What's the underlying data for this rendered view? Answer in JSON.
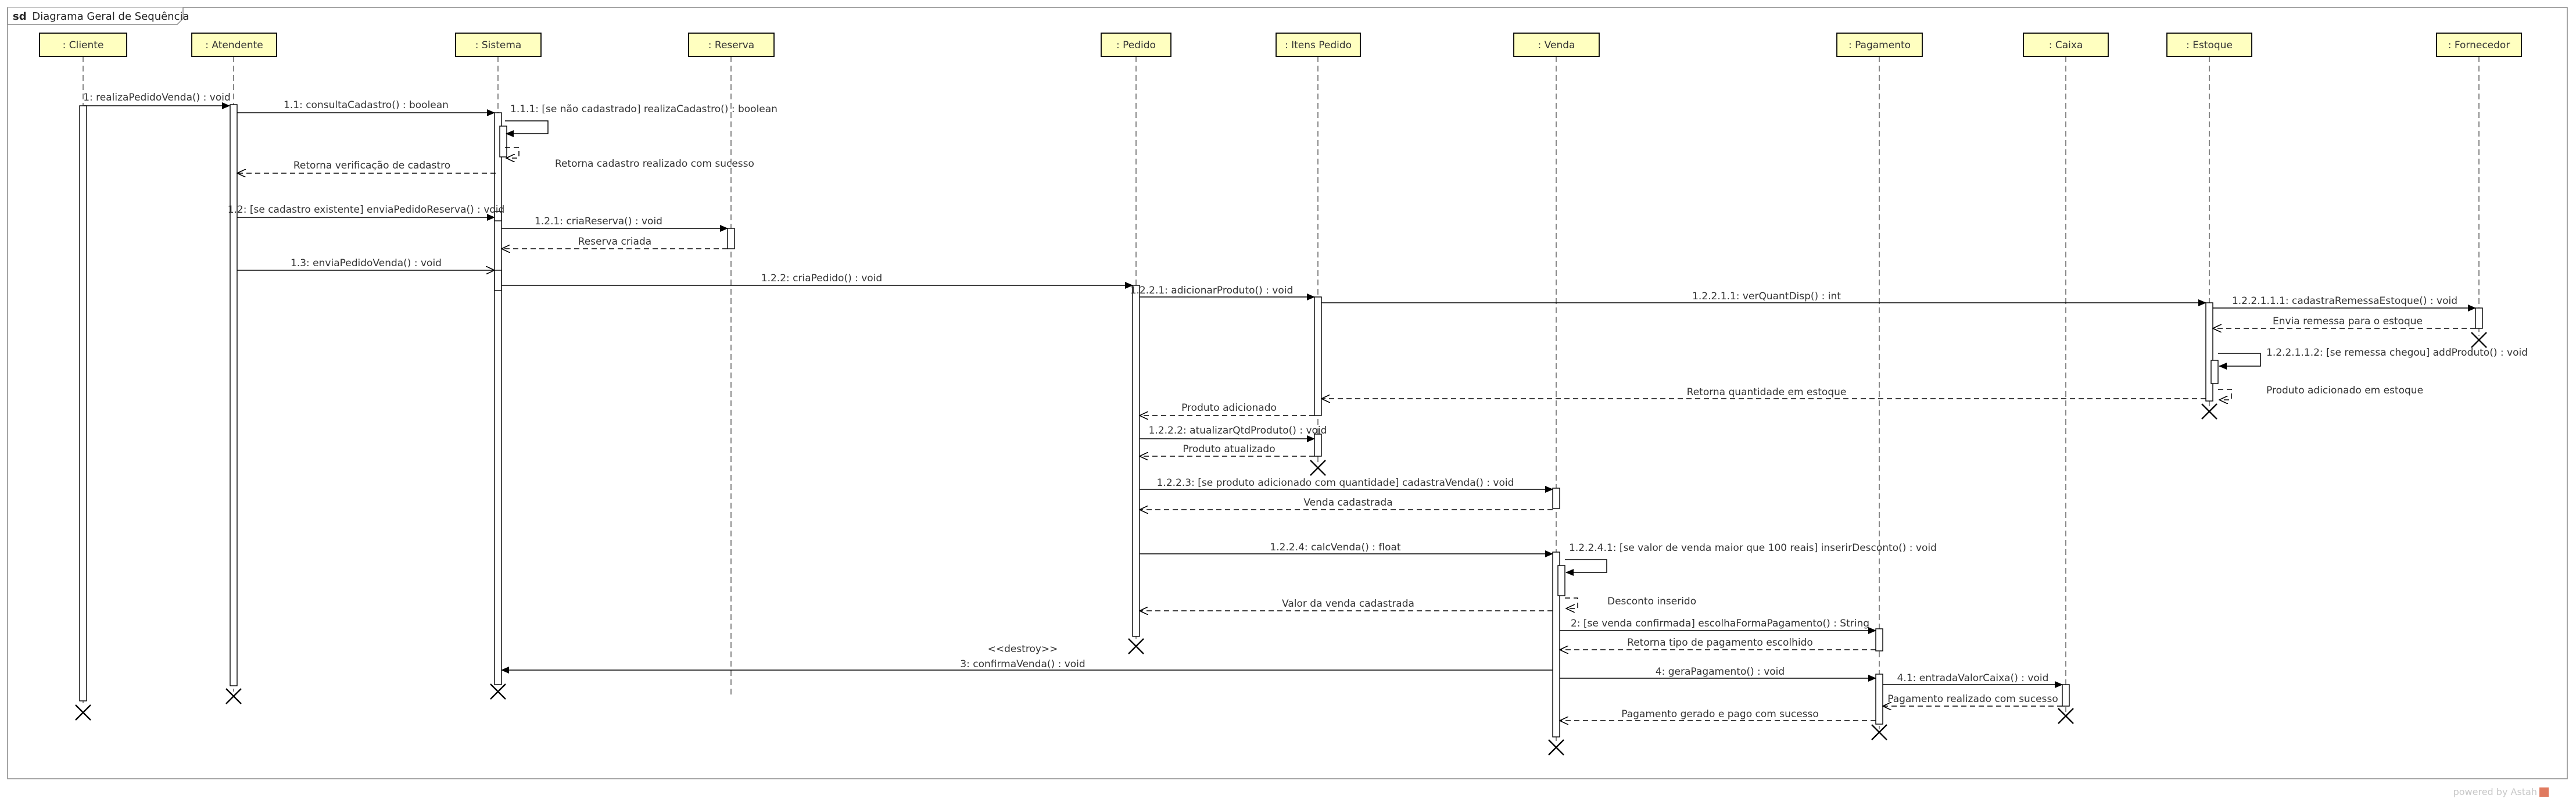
{
  "frame": {
    "keyword": "sd",
    "title": "Diagrama Geral de Sequência"
  },
  "lifelines": [
    {
      "id": "cliente",
      "label": ": Cliente"
    },
    {
      "id": "atendente",
      "label": ": Atendente"
    },
    {
      "id": "sistema",
      "label": ": Sistema"
    },
    {
      "id": "reserva",
      "label": ": Reserva"
    },
    {
      "id": "pedido",
      "label": ": Pedido"
    },
    {
      "id": "itens-pedido",
      "label": ": Itens Pedido"
    },
    {
      "id": "venda",
      "label": ": Venda"
    },
    {
      "id": "pagamento",
      "label": ": Pagamento"
    },
    {
      "id": "caixa",
      "label": ": Caixa"
    },
    {
      "id": "estoque",
      "label": ": Estoque"
    },
    {
      "id": "fornecedor",
      "label": ": Fornecedor"
    }
  ],
  "messages": [
    {
      "id": "m1",
      "label": "1: realizaPedidoVenda() : void",
      "from": "cliente",
      "to": "atendente",
      "kind": "sync"
    },
    {
      "id": "m2",
      "label": "1.1: consultaCadastro() : boolean",
      "from": "atendente",
      "to": "sistema",
      "kind": "sync"
    },
    {
      "id": "m3",
      "label": "1.1.1: [se não cadastrado] realizaCadastro() : boolean",
      "from": "sistema",
      "to": "sistema",
      "kind": "self"
    },
    {
      "id": "m4",
      "label": "Retorna cadastro realizado com sucesso",
      "from": "sistema",
      "to": "sistema",
      "kind": "self-return"
    },
    {
      "id": "m5",
      "label": "Retorna verificação de cadastro",
      "from": "sistema",
      "to": "atendente",
      "kind": "return"
    },
    {
      "id": "m6",
      "label": "1.2: [se cadastro existente] enviaPedidoReserva() : void",
      "from": "atendente",
      "to": "sistema",
      "kind": "sync"
    },
    {
      "id": "m7",
      "label": "1.2.1: criaReserva() : void",
      "from": "sistema",
      "to": "reserva",
      "kind": "sync"
    },
    {
      "id": "m8",
      "label": "Reserva criada",
      "from": "reserva",
      "to": "sistema",
      "kind": "return"
    },
    {
      "id": "m9",
      "label": "1.3: enviaPedidoVenda() : void",
      "from": "atendente",
      "to": "sistema",
      "kind": "async"
    },
    {
      "id": "m10",
      "label": "1.2.2: criaPedido() : void",
      "from": "sistema",
      "to": "pedido",
      "kind": "sync"
    },
    {
      "id": "m11",
      "label": "1.2.2.1: adicionarProduto() : void",
      "from": "pedido",
      "to": "itens-pedido",
      "kind": "sync"
    },
    {
      "id": "m12",
      "label": "1.2.2.1.1: verQuantDisp() : int",
      "from": "itens-pedido",
      "to": "estoque",
      "kind": "sync"
    },
    {
      "id": "m13",
      "label": "1.2.2.1.1.1: cadastraRemessaEstoque() : void",
      "from": "estoque",
      "to": "fornecedor",
      "kind": "sync"
    },
    {
      "id": "m14",
      "label": "Envia remessa para o estoque",
      "from": "fornecedor",
      "to": "estoque",
      "kind": "return"
    },
    {
      "id": "m15",
      "label": "1.2.2.1.1.2: [se remessa chegou] addProduto() : void",
      "from": "estoque",
      "to": "estoque",
      "kind": "self"
    },
    {
      "id": "m16",
      "label": "Produto adicionado em estoque",
      "from": "estoque",
      "to": "estoque",
      "kind": "self-return"
    },
    {
      "id": "m17",
      "label": "Retorna quantidade em estoque",
      "from": "estoque",
      "to": "itens-pedido",
      "kind": "return"
    },
    {
      "id": "m18",
      "label": "Produto adicionado",
      "from": "itens-pedido",
      "to": "pedido",
      "kind": "return"
    },
    {
      "id": "m19",
      "label": "1.2.2.2: atualizarQtdProduto() : void",
      "from": "pedido",
      "to": "itens-pedido",
      "kind": "sync"
    },
    {
      "id": "m20",
      "label": "Produto atualizado",
      "from": "itens-pedido",
      "to": "pedido",
      "kind": "return"
    },
    {
      "id": "m21",
      "label": "1.2.2.3: [se produto adicionado com quantidade] cadastraVenda() : void",
      "from": "pedido",
      "to": "venda",
      "kind": "sync"
    },
    {
      "id": "m22",
      "label": "Venda cadastrada",
      "from": "venda",
      "to": "pedido",
      "kind": "return"
    },
    {
      "id": "m23",
      "label": "1.2.2.4: calcVenda() : float",
      "from": "pedido",
      "to": "venda",
      "kind": "sync"
    },
    {
      "id": "m24",
      "label": "1.2.2.4.1: [se valor de venda maior que 100 reais] inserirDesconto() : void",
      "from": "venda",
      "to": "venda",
      "kind": "self"
    },
    {
      "id": "m25",
      "label": "Desconto inserido",
      "from": "venda",
      "to": "venda",
      "kind": "self-return"
    },
    {
      "id": "m26",
      "label": "Valor da venda cadastrada",
      "from": "venda",
      "to": "pedido",
      "kind": "return"
    },
    {
      "id": "m27",
      "label": "2: [se venda confirmada] escolhaFormaPagamento() : String",
      "from": "venda",
      "to": "pagamento",
      "kind": "sync"
    },
    {
      "id": "m28",
      "label": "Retorna tipo de pagamento escolhido",
      "from": "pagamento",
      "to": "venda",
      "kind": "return"
    },
    {
      "id": "m29",
      "label": "3: confirmaVenda() : void",
      "stereotype": "<<destroy>>",
      "from": "venda",
      "to": "sistema",
      "kind": "sync"
    },
    {
      "id": "m30",
      "label": "4: geraPagamento() : void",
      "from": "venda",
      "to": "pagamento",
      "kind": "sync"
    },
    {
      "id": "m31",
      "label": "4.1: entradaValorCaixa() : void",
      "from": "pagamento",
      "to": "caixa",
      "kind": "sync"
    },
    {
      "id": "m32",
      "label": "Pagamento realizado com sucesso",
      "from": "caixa",
      "to": "pagamento",
      "kind": "return"
    },
    {
      "id": "m33",
      "label": "Pagamento gerado e pago com sucesso",
      "from": "pagamento",
      "to": "venda",
      "kind": "return"
    }
  ],
  "destroyed": [
    "cliente",
    "atendente",
    "sistema",
    "pedido",
    "itens-pedido",
    "venda",
    "pagamento",
    "caixa",
    "estoque",
    "fornecedor"
  ],
  "footer": {
    "watermark": "powered by Astah"
  },
  "colors": {
    "header_fill": "#ffffc0",
    "header_border": "#000000",
    "line": "#000000",
    "text": "#333333",
    "watermark": "#c8c8c8",
    "watermark_icon": "#e07a5f"
  }
}
